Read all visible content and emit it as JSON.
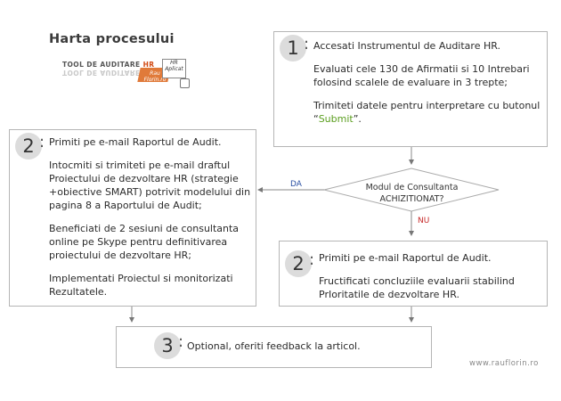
{
  "title": "Harta procesului",
  "logo": {
    "tool_text": "TOOL DE AUDITARE",
    "tool_hr": "HR",
    "badge_text": "Rau Florin.ro",
    "hr_box_line1": "HR",
    "hr_box_line2": "Aplicat"
  },
  "step1": {
    "number": "1",
    "line_intro": "Accesati Instrumentul de Auditare HR.",
    "para2": "Evaluati cele 130 de Afirmatii si 10 Intrebari folosind scalele de evaluare in 3 trepte;",
    "para3_prefix": "Trimiteti datele pentru interpretare cu butonul “",
    "para3_link": "Submit",
    "para3_suffix": "”."
  },
  "decision": {
    "line1": "Modul de Consultanta",
    "line2": "ACHIZITIONAT?",
    "yes": "DA",
    "no": "NU"
  },
  "step2_left": {
    "number": "2",
    "p1": "Primiti pe e-mail Raportul de Audit.",
    "p2": "Intocmiti si trimiteti pe e-mail draftul Proiectului de dezvoltare HR (strategie +obiective SMART) potrivit modelului din pagina 8 a Raportului de Audit;",
    "p3": "Beneficiati de 2 sesiuni de consultanta online pe Skype pentru definitivarea proiectului de dezvoltare HR;",
    "p4": "Implementati Proiectul si monitorizati Rezultatele."
  },
  "step2_right": {
    "number": "2",
    "p1": "Primiti pe e-mail Raportul de Audit.",
    "p2": "Fructificati concluziile evaluarii stabilind PrIoritatile de dezvoltare HR."
  },
  "step3": {
    "number": "3",
    "p1": "Optional, oferiti feedback la articol."
  },
  "footer": "www.rauflorin.ro"
}
